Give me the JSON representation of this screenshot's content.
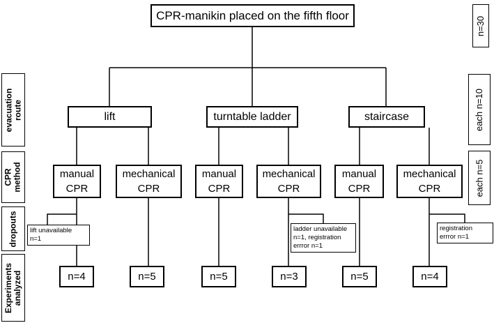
{
  "title": "CPR-manikin placed on the fifth floor",
  "left_labels": {
    "route": [
      "evacuation",
      "route"
    ],
    "method": [
      "CPR",
      "method"
    ],
    "dropouts": "dropouts",
    "analyzed": [
      "Experiments",
      "analyzed"
    ]
  },
  "right_labels": {
    "total": "n=30",
    "each_route": "each n=10",
    "each_method": "each n=5"
  },
  "routes": [
    "lift",
    "turntable ladder",
    "staircase"
  ],
  "methods": [
    {
      "line1": "manual",
      "line2": "CPR"
    },
    {
      "line1": "mechanical",
      "line2": "CPR"
    },
    {
      "line1": "manual",
      "line2": "CPR"
    },
    {
      "line1": "mechanical",
      "line2": "CPR"
    },
    {
      "line1": "manual",
      "line2": "CPR"
    },
    {
      "line1": "mechanical",
      "line2": "CPR"
    }
  ],
  "dropouts": [
    {
      "line1": "lift unavailable",
      "line2": "n=1"
    },
    {
      "line1": "ladder unavailable",
      "line2": "n=1, registration",
      "line3": "errror n=1"
    },
    {
      "line1": "registration",
      "line2": "errror n=1"
    }
  ],
  "results": [
    "n=4",
    "n=5",
    "n=5",
    "n=3",
    "n=5",
    "n=4"
  ]
}
